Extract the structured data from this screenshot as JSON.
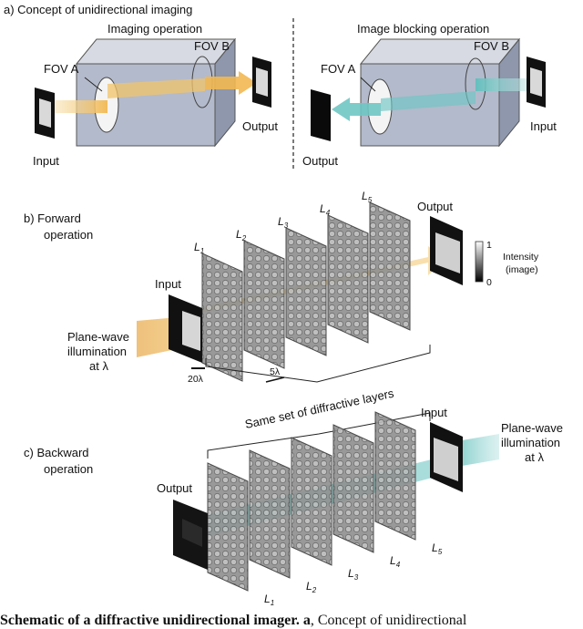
{
  "panel_a": {
    "title": "a) Concept of unidirectional imaging",
    "left_heading": "Imaging operation",
    "right_heading": "Image blocking operation",
    "fov_a": "FOV A",
    "fov_b": "FOV B",
    "left_input": "Input",
    "left_output": "Output",
    "right_input": "Input",
    "right_output": "Output"
  },
  "panel_b": {
    "label_line1": "b)  Forward",
    "label_line2": "operation",
    "input": "Input",
    "output": "Output",
    "illum_line1": "Plane-wave",
    "illum_line2": "illumination",
    "illum_line3": "at λ",
    "scale_a": "20λ",
    "scale_b": "5λ",
    "layers": [
      "1",
      "2",
      "3",
      "4",
      "5"
    ],
    "layer_prefix": "L",
    "colorbar_max": "1",
    "colorbar_min": "0",
    "colorbar_line1": "Intensity",
    "colorbar_line2": "(image)"
  },
  "shared_label": "Same set of diffractive layers",
  "panel_c": {
    "label_line1": "c)  Backward",
    "label_line2": "operation",
    "input": "Input",
    "output": "Output",
    "illum_line1": "Plane-wave",
    "illum_line2": "illumination",
    "illum_line3": "at λ",
    "layers": [
      "1",
      "2",
      "3",
      "4",
      "5"
    ],
    "layer_prefix": "L"
  },
  "caption": {
    "bold": "Schematic of a diffractive unidirectional imager. a",
    "rest": ", Concept of unidirectional"
  },
  "colors": {
    "forward_beam": "#f2c46a",
    "backward_beam": "#6fc6c4",
    "box_front": "#a6aec2",
    "layer_fill": "#8f8f8f"
  }
}
